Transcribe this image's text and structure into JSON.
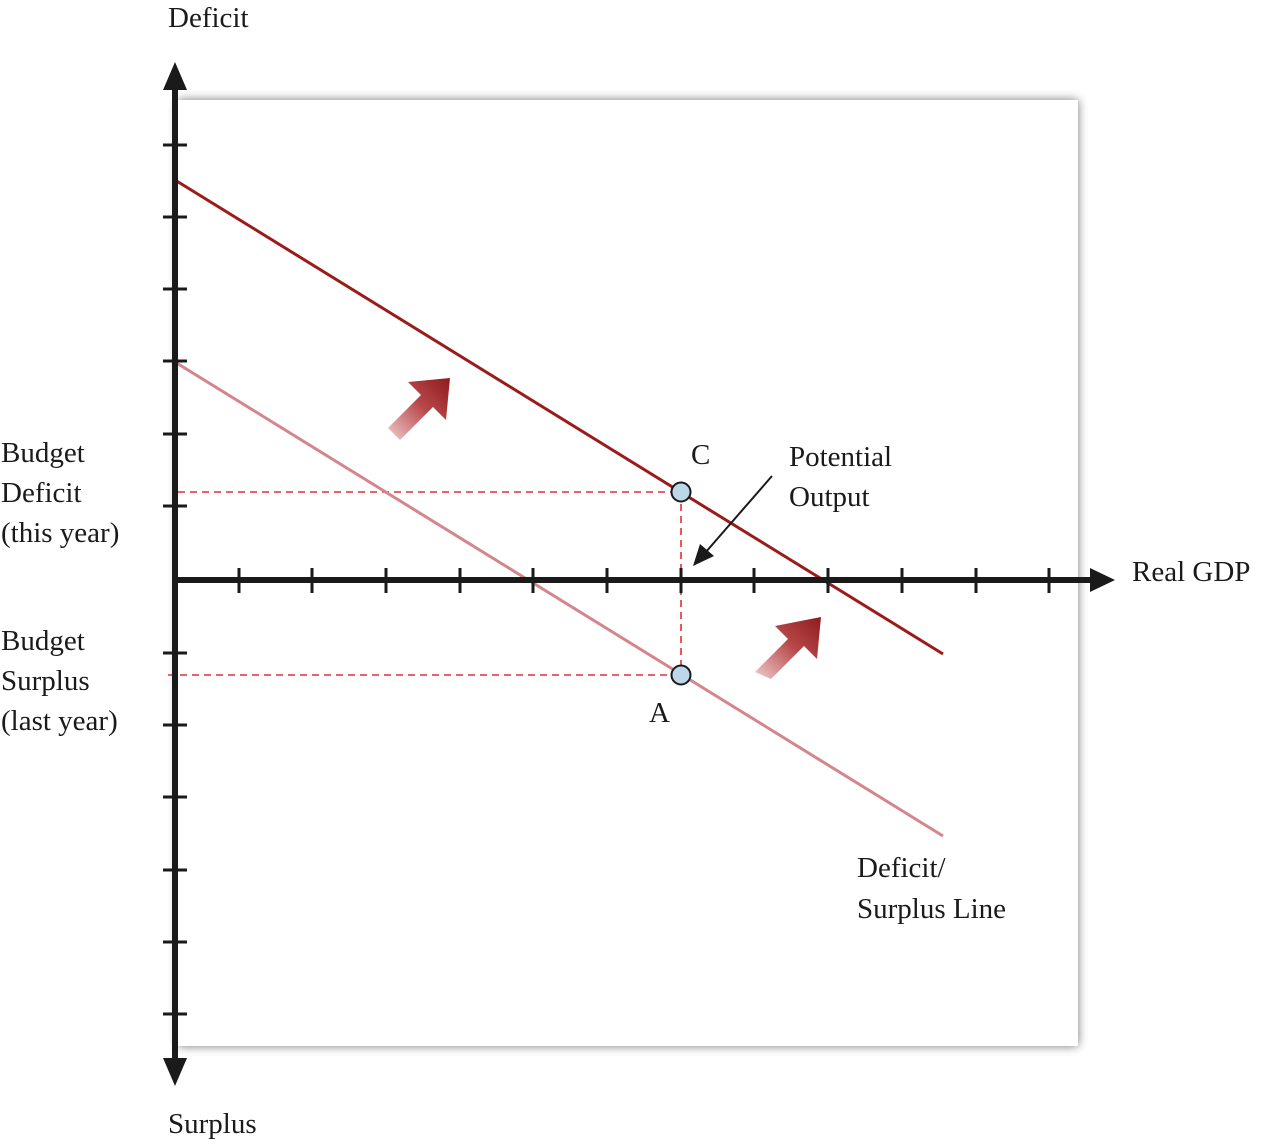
{
  "axes": {
    "y_top_label": "Deficit",
    "y_bottom_label": "Surplus",
    "x_label": "Real GDP"
  },
  "left_labels": {
    "deficit": [
      "Budget",
      "Deficit",
      "(this year)"
    ],
    "surplus": [
      "Budget",
      "Surplus",
      "(last year)"
    ]
  },
  "points": {
    "c": "C",
    "a": "A"
  },
  "annotations": {
    "potential_output": [
      "Potential",
      "Output"
    ],
    "line_label": [
      "Deficit/",
      "Surplus Line"
    ]
  },
  "colors": {
    "axis": "#1a1a1a",
    "this_year_line": "#9b1b1b",
    "last_year_line": "#d4868c",
    "guide_dash": "#e0303a",
    "point_fill": "#bcd6ea",
    "arrow_dark": "#8e1c1f",
    "arrow_light": "#ecc3c3"
  }
}
